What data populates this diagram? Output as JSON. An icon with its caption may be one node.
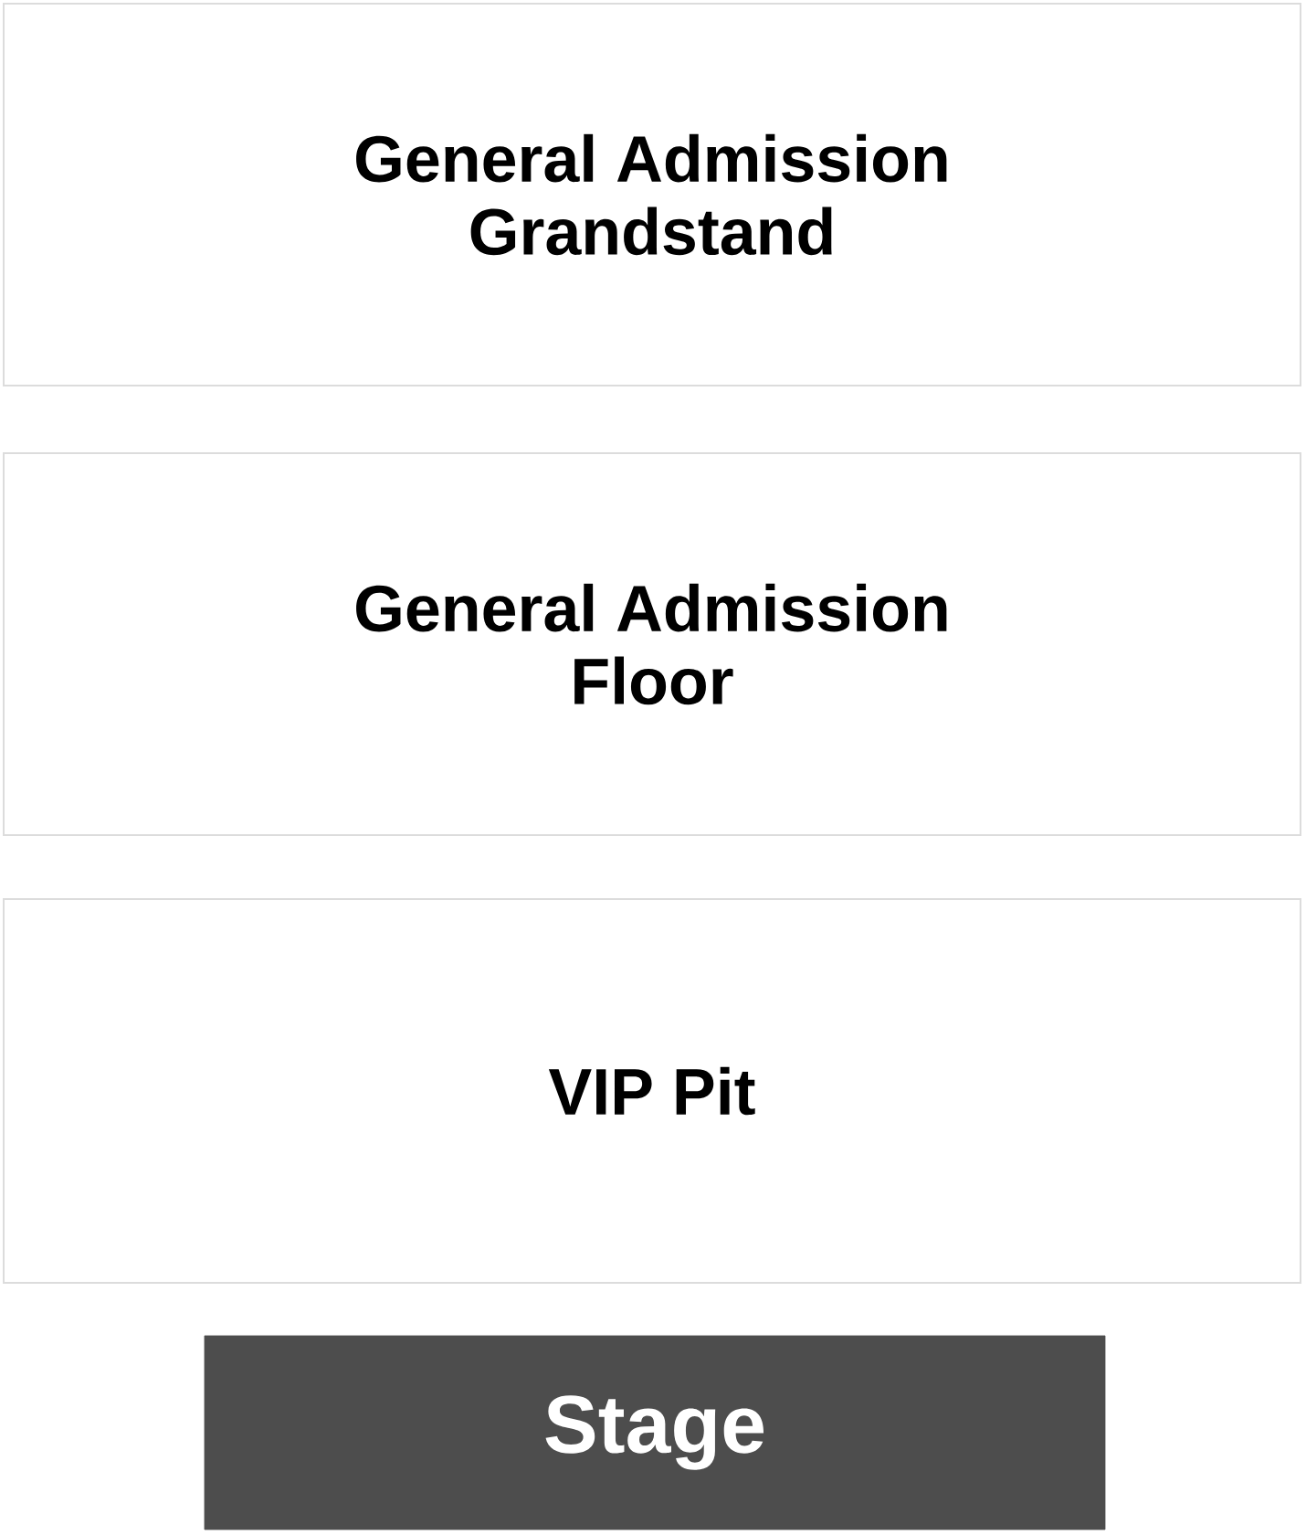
{
  "diagram": {
    "nodes": [
      {
        "text": [
          "General Admission Grandstand"
        ]
      },
      {
        "text": [
          "General Admission Floor"
        ]
      },
      {
        "text": [
          "VIP Pit"
        ]
      },
      {
        "text": [
          "Stage"
        ]
      }
    ]
  }
}
